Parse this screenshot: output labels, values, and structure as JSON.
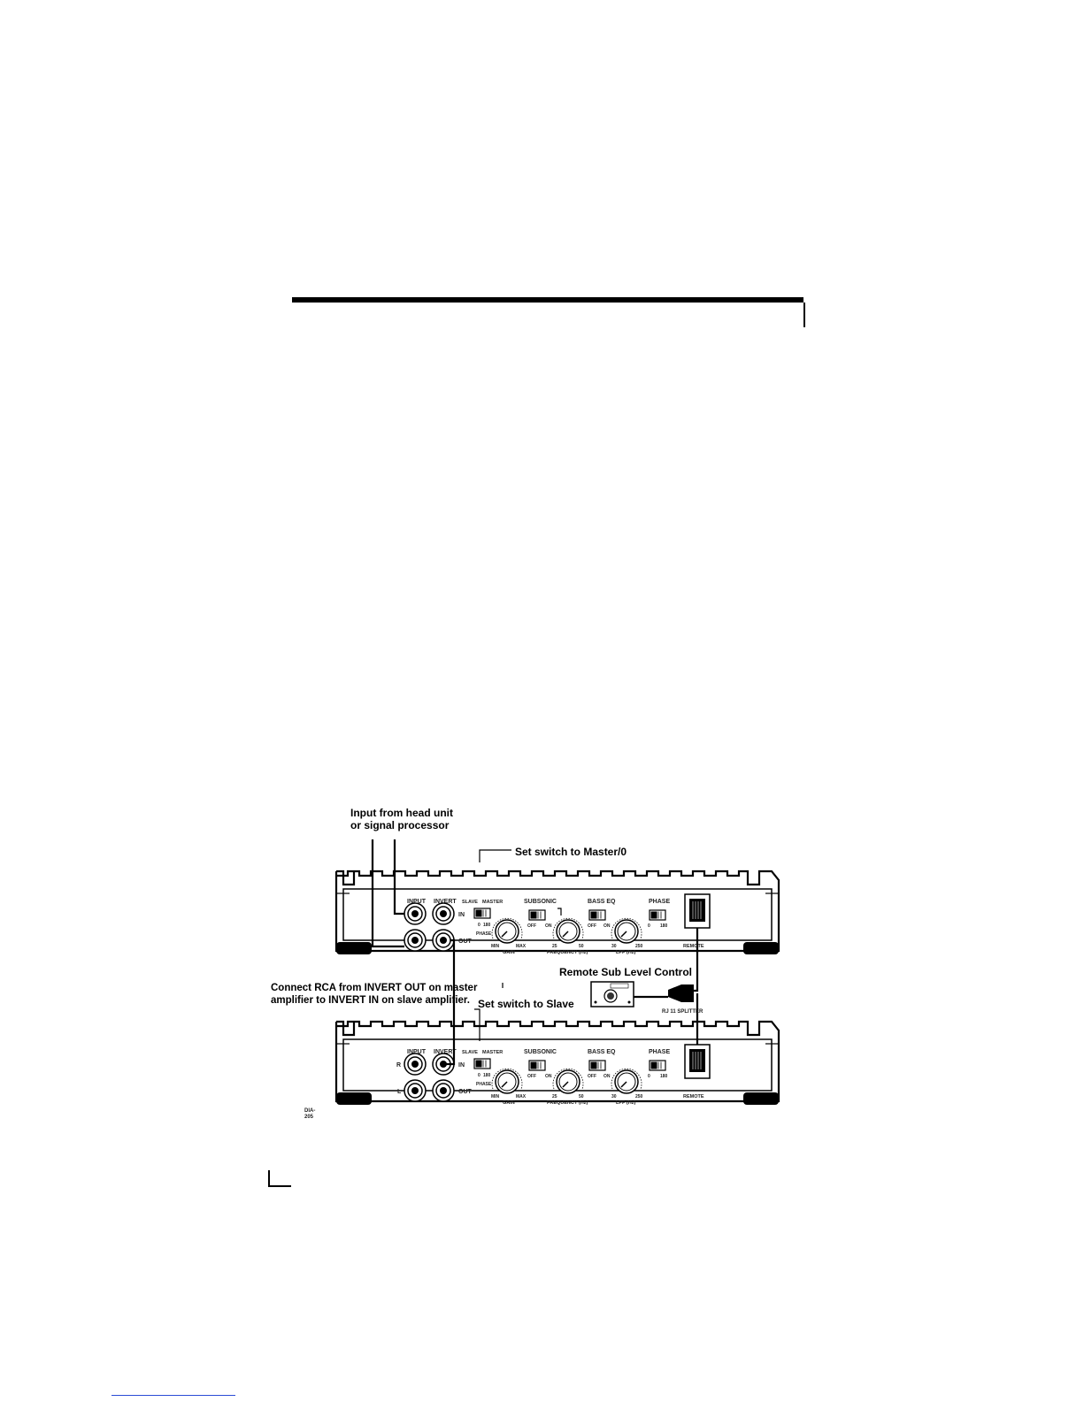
{
  "callouts": {
    "input": [
      "Input from head unit",
      "or signal processor"
    ],
    "master_switch": "Set switch to Master/0",
    "remote": "Remote Sub Level Control",
    "connect": [
      "Connect RCA from INVERT OUT on master",
      "amplifier to INVERT IN on slave amplifier."
    ],
    "slave_switch": "Set switch to Slave",
    "splitter": "RJ 11 SPLITTER",
    "diagram_id": [
      "DIA-",
      "205"
    ]
  },
  "panel": {
    "input": "INPUT",
    "invert": "INVERT",
    "slave": "SLAVE",
    "master": "MASTER",
    "phase_0": "0",
    "phase_180": "180",
    "phase": "PHASE",
    "in": "IN",
    "out": "OUT",
    "subsonic": "SUBSONIC",
    "off": "OFF",
    "on": "ON",
    "gain": "GAIN",
    "min": "MIN",
    "max": "MAX",
    "freq_low": "25",
    "freq_high": "50",
    "frequency": "FREQUENCY (Hz)",
    "bass_eq": "BASS EQ",
    "lpf_low": "30",
    "lpf_high": "250",
    "lpf": "LPF (Hz)",
    "phase_title": "PHASE",
    "remote": "REMOTE",
    "r": "R",
    "l": "L"
  }
}
